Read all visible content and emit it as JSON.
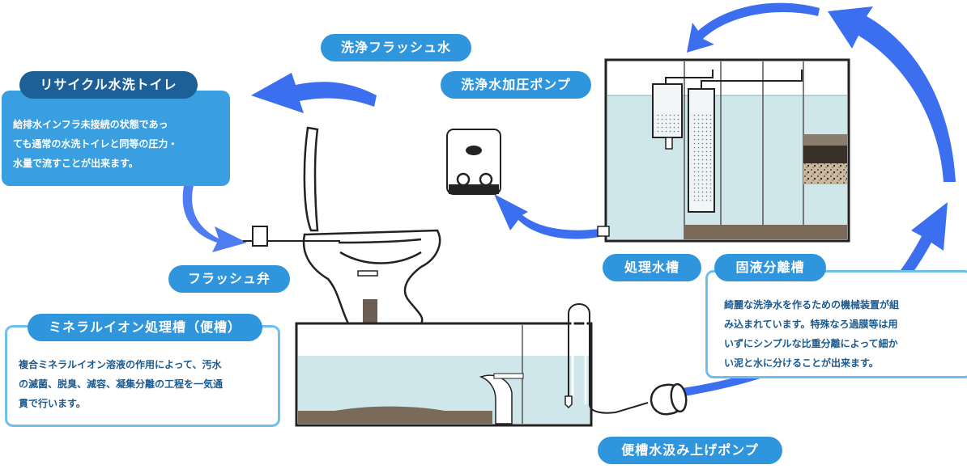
{
  "labels": {
    "recycle_toilet": "リサイクル水洗トイレ",
    "flush_water": "洗浄フラッシュ水",
    "pressure_pump": "洗浄水加圧ポンプ",
    "flush_valve": "フラッシュ弁",
    "treated_tank": "処理水槽",
    "separation_tank": "固液分離槽",
    "mineral_tank": "ミネラルイオン処理槽（便槽）",
    "lift_pump": "便槽水汲み上げポンプ"
  },
  "descriptions": {
    "recycle_toilet": [
      "給排水インフラ未接続の状態であっ",
      "ても通常の水洗トイレと同等の圧力・",
      "水量で流すことが出来ます。"
    ],
    "separation_tank": [
      "綺麗な洗浄水を作るための機械装置が組",
      "み込まれています。特殊なろ過膜等は用",
      "いずにシンプルな比重分離によって細か",
      "い泥と水に分けることが出来ます。"
    ],
    "mineral_tank": [
      "複合ミネラルイオン溶液の作用によって、汚水",
      "の滅菌、脱臭、減容、凝集分離の工程を一気通",
      "貫で行います。"
    ]
  },
  "colors": {
    "arrow": "#3b6ff0",
    "water": "#cfe6ea",
    "sludge": "#7a6a5a",
    "pill": "#2f95dc",
    "pill_dark": "#1d5f97",
    "box_outline": "#6fbfee"
  }
}
